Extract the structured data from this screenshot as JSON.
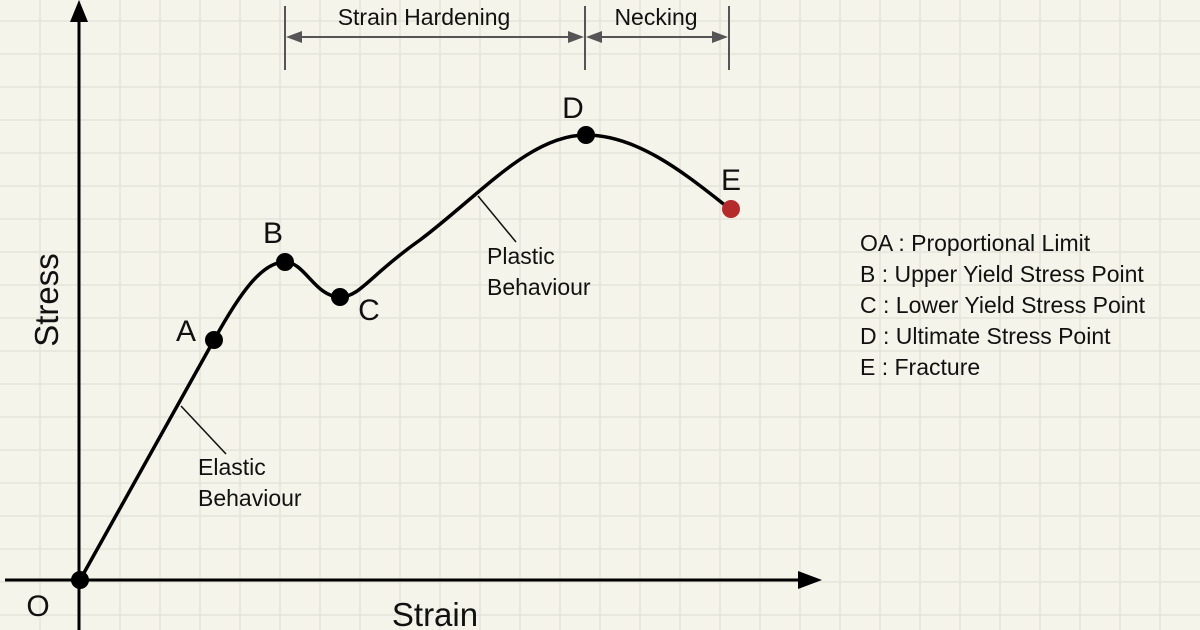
{
  "diagram": {
    "title": "Stress-Strain Curve",
    "axes": {
      "x_label": "Strain",
      "y_label": "Stress",
      "origin_label": "O"
    },
    "points": [
      {
        "id": "O",
        "label": "O",
        "strain": 0.0,
        "stress": 0.0,
        "color": "#000000"
      },
      {
        "id": "A",
        "label": "A",
        "strain": 0.19,
        "stress": 0.54,
        "color": "#000000"
      },
      {
        "id": "B",
        "label": "B",
        "strain": 0.29,
        "stress": 0.7,
        "color": "#000000"
      },
      {
        "id": "C",
        "label": "C",
        "strain": 0.37,
        "stress": 0.62,
        "color": "#000000"
      },
      {
        "id": "D",
        "label": "D",
        "strain": 0.71,
        "stress": 0.96,
        "color": "#000000"
      },
      {
        "id": "E",
        "label": "E",
        "strain": 0.91,
        "stress": 0.8,
        "color": "#b52a2a"
      }
    ],
    "regions": [
      {
        "label": "Strain Hardening",
        "from": "B",
        "to": "D"
      },
      {
        "label": "Necking",
        "from": "D",
        "to": "E"
      }
    ],
    "annotations": [
      {
        "line1": "Elastic",
        "line2": "Behaviour",
        "segment": "OA"
      },
      {
        "line1": "Plastic",
        "line2": "Behaviour",
        "segment": "CD"
      }
    ],
    "legend": [
      "OA : Proportional Limit",
      "B : Upper Yield Stress Point",
      "C : Lower Yield Stress Point",
      "D : Ultimate Stress Point",
      "E : Fracture"
    ],
    "colors": {
      "background": "#f5f4ea",
      "grid": "#e2e1d6",
      "curve": "#000000",
      "fracture": "#b52a2a",
      "dimension": "#555555"
    }
  }
}
